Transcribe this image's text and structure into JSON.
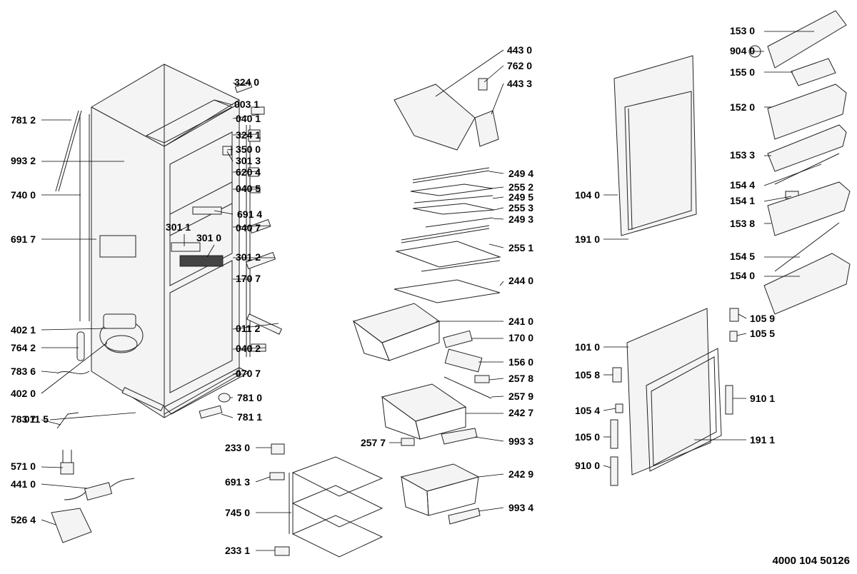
{
  "document_number": "4000 104 50126",
  "groups": {
    "cabinet": [
      {
        "code": "324 0"
      },
      {
        "code": "003 1"
      },
      {
        "code": "040 1"
      },
      {
        "code": "324 1"
      },
      {
        "code": "350 0"
      },
      {
        "code": "301 3"
      },
      {
        "code": "620 4"
      },
      {
        "code": "040 5"
      },
      {
        "code": "691 4"
      },
      {
        "code": "040 7"
      },
      {
        "code": "301 1"
      },
      {
        "code": "301 0"
      },
      {
        "code": "301 2"
      },
      {
        "code": "170 7"
      },
      {
        "code": "011 2"
      },
      {
        "code": "040 2"
      },
      {
        "code": "070 7"
      },
      {
        "code": "781 0"
      },
      {
        "code": "781 1"
      },
      {
        "code": "011 5"
      },
      {
        "code": "781 2"
      },
      {
        "code": "993 2"
      },
      {
        "code": "740 0"
      },
      {
        "code": "691 7"
      },
      {
        "code": "402 1"
      },
      {
        "code": "764 2"
      },
      {
        "code": "783 6"
      },
      {
        "code": "402 0"
      },
      {
        "code": "783 7"
      },
      {
        "code": "571 0"
      },
      {
        "code": "441 0"
      },
      {
        "code": "526 4"
      }
    ],
    "shelves": [
      {
        "code": "443 0"
      },
      {
        "code": "762 0"
      },
      {
        "code": "443 3"
      },
      {
        "code": "249 4"
      },
      {
        "code": "255 2"
      },
      {
        "code": "249 5"
      },
      {
        "code": "255 3"
      },
      {
        "code": "249 3"
      },
      {
        "code": "255 1"
      },
      {
        "code": "244 0"
      },
      {
        "code": "241 0"
      },
      {
        "code": "170 0"
      },
      {
        "code": "156 0"
      },
      {
        "code": "257 8"
      },
      {
        "code": "257 9"
      },
      {
        "code": "242 7"
      },
      {
        "code": "257 7"
      },
      {
        "code": "993 3"
      },
      {
        "code": "242 9"
      },
      {
        "code": "993 4"
      },
      {
        "code": "233 0"
      },
      {
        "code": "691 3"
      },
      {
        "code": "745 0"
      },
      {
        "code": "233 1"
      }
    ],
    "doors": [
      {
        "code": "153 0"
      },
      {
        "code": "904 0"
      },
      {
        "code": "155 0"
      },
      {
        "code": "152 0"
      },
      {
        "code": "153 3"
      },
      {
        "code": "154 4"
      },
      {
        "code": "154 1"
      },
      {
        "code": "153 8"
      },
      {
        "code": "154 5"
      },
      {
        "code": "154 0"
      },
      {
        "code": "104 0"
      },
      {
        "code": "191 0"
      },
      {
        "code": "105 9"
      },
      {
        "code": "105 5"
      },
      {
        "code": "101 0"
      },
      {
        "code": "105 8"
      },
      {
        "code": "105 4"
      },
      {
        "code": "105 0"
      },
      {
        "code": "910 0"
      },
      {
        "code": "910 1"
      },
      {
        "code": "191 1"
      }
    ]
  }
}
